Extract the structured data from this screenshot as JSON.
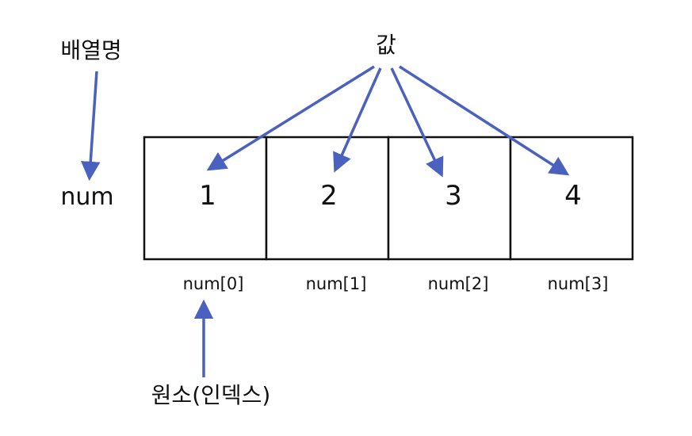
{
  "labels": {
    "array_name": "배열명",
    "value": "값",
    "variable": "num",
    "element_index": "원소(인덱스)"
  },
  "cells": [
    {
      "value": "1",
      "index": "num[0]"
    },
    {
      "value": "2",
      "index": "num[1]"
    },
    {
      "value": "3",
      "index": "num[2]"
    },
    {
      "value": "4",
      "index": "num[3]"
    }
  ],
  "colors": {
    "arrow": "#4a61bd",
    "box_border": "#111111",
    "text": "#111111"
  }
}
